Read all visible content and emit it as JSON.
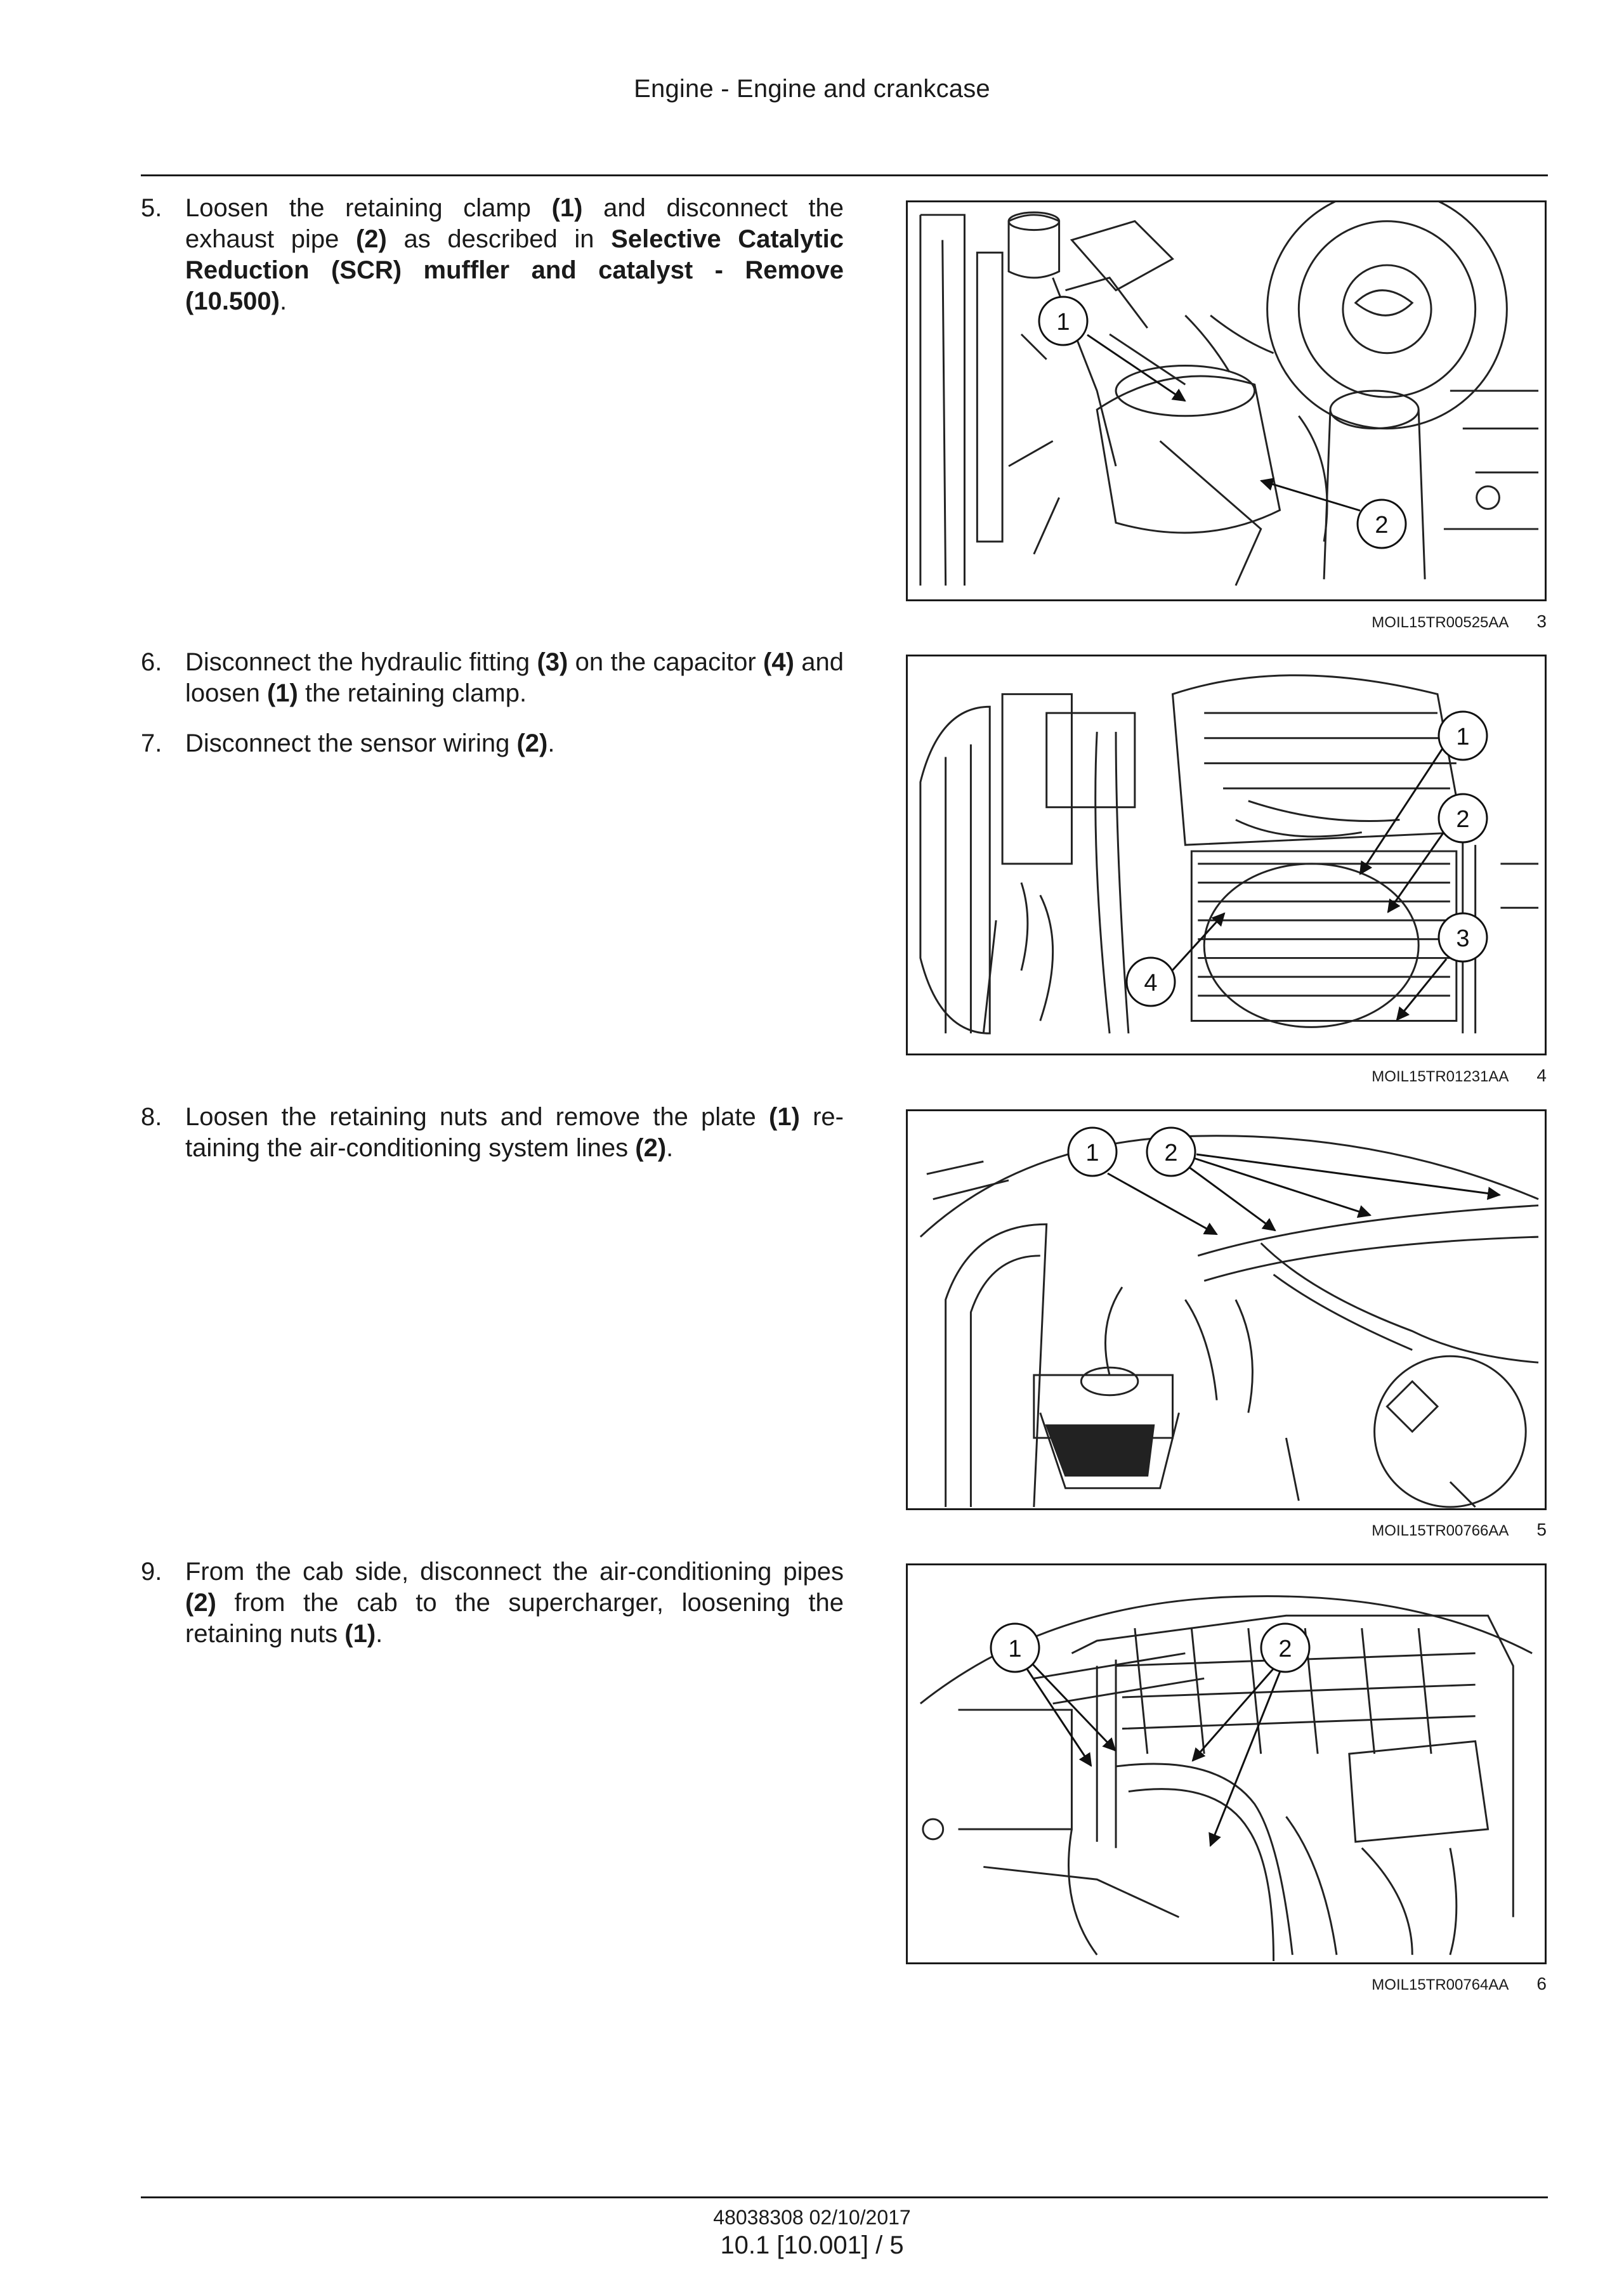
{
  "header": {
    "title": "Engine - Engine and crankcase"
  },
  "steps": [
    {
      "number": "5.",
      "parts": [
        {
          "t": "Loosen the retaining clamp "
        },
        {
          "b": "(1)"
        },
        {
          "t": " and disconnect the exhaust pipe "
        },
        {
          "b": "(2)"
        },
        {
          "t": " as described in "
        },
        {
          "b": "Selective Catalytic Reduction (SCR) muffler and catalyst - Remove (10.500)"
        },
        {
          "t": "."
        }
      ]
    },
    {
      "number": "6.",
      "parts": [
        {
          "t": "Disconnect the hydraulic fitting "
        },
        {
          "b": "(3)"
        },
        {
          "t": " on the capacitor "
        },
        {
          "b": "(4)"
        },
        {
          "t": " and loosen "
        },
        {
          "b": "(1)"
        },
        {
          "t": " the retaining clamp."
        }
      ]
    },
    {
      "number": "7.",
      "parts": [
        {
          "t": "Disconnect the sensor wiring "
        },
        {
          "b": "(2)"
        },
        {
          "t": "."
        }
      ]
    },
    {
      "number": "8.",
      "parts": [
        {
          "t": "Loosen the retaining nuts and remove the plate "
        },
        {
          "b": "(1)"
        },
        {
          "t": " re­taining the air-conditioning system lines "
        },
        {
          "b": "(2)"
        },
        {
          "t": "."
        }
      ]
    },
    {
      "number": "9.",
      "parts": [
        {
          "t": "From the cab side, disconnect the air-conditioning pipes "
        },
        {
          "b": "(2)"
        },
        {
          "t": " from the cab to the supercharger, loosening the retaining nuts "
        },
        {
          "b": "(1)"
        },
        {
          "t": "."
        }
      ]
    }
  ],
  "figures": [
    {
      "code": "MOIL15TR00525AA",
      "number": "3",
      "callouts": [
        "1",
        "2"
      ]
    },
    {
      "code": "MOIL15TR01231AA",
      "number": "4",
      "callouts": [
        "1",
        "2",
        "3",
        "4"
      ]
    },
    {
      "code": "MOIL15TR00766AA",
      "number": "5",
      "callouts": [
        "1",
        "2"
      ]
    },
    {
      "code": "MOIL15TR00764AA",
      "number": "6",
      "callouts": [
        "1",
        "2"
      ]
    }
  ],
  "footer": {
    "doc": "48038308 02/10/2017",
    "page": "10.1 [10.001] / 5"
  }
}
